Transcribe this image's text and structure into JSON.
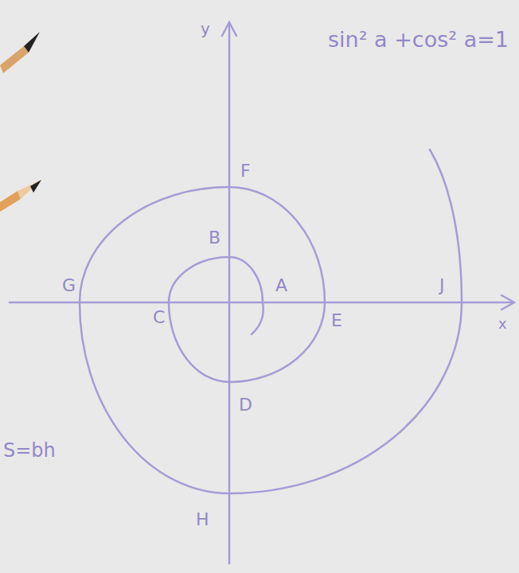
{
  "diagram": {
    "labels": [
      "sin² a +cos² a=1",
      "y",
      "F",
      "B",
      "G",
      "A",
      "C",
      "J",
      "E",
      "x",
      "D",
      "S=bh",
      "H"
    ]
  }
}
